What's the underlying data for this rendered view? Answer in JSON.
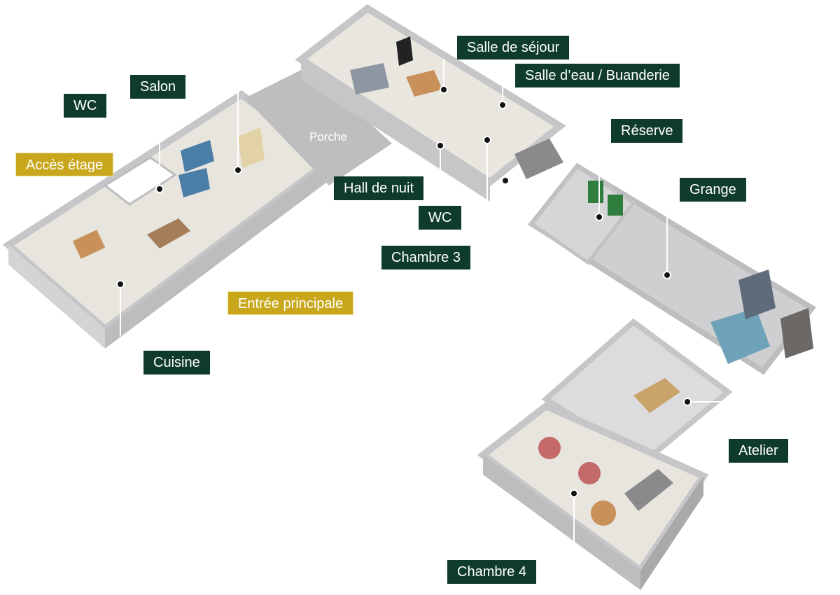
{
  "colors": {
    "label_dark": "#0f3b2c",
    "label_gold": "#c9a71c",
    "wall": "#cfcfd1",
    "floor": "#e6e4dc",
    "porch": "#b9b9bb"
  },
  "labels": {
    "wc_left": "WC",
    "salon": "Salon",
    "acces_etage": "Accès étage",
    "cuisine": "Cuisine",
    "entree_principale": "Entrée principale",
    "porche": "Porche",
    "salle_de_sejour": "Salle de séjour",
    "salle_deau": "Salle d’eau / Buanderie",
    "hall_de_nuit": "Hall de nuit",
    "wc_mid": "WC",
    "chambre_3": "Chambre 3",
    "reserve": "Réserve",
    "grange": "Grange",
    "atelier": "Atelier",
    "chambre_4": "Chambre 4"
  }
}
